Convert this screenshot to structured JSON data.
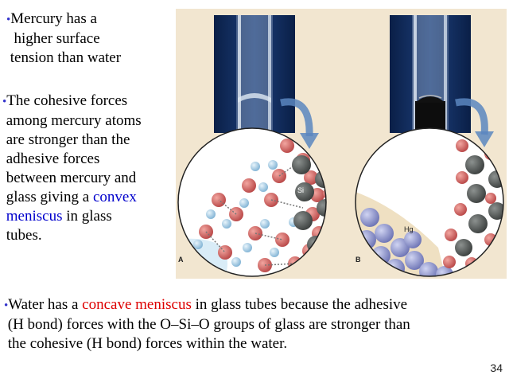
{
  "bullet_symbol": "•",
  "bullets": {
    "mercury_tension": {
      "lines": [
        "Mercury has a",
        "  higher surface",
        " tension than water"
      ]
    },
    "cohesive": {
      "lines": [
        "The cohesive forces",
        " among mercury atoms",
        " are stronger than the",
        " adhesive forces",
        " between mercury and",
        " glass giving a "
      ],
      "convex": "convex",
      "meniscus": " meniscus",
      "after_meniscus": " in glass",
      "last_line": " tubes."
    },
    "water": {
      "prefix": "Water has a ",
      "concave": "concave meniscus",
      "suffix": " in glass tubes because the adhesive",
      "line2": " (H bond) forces with the O–Si–O groups of glass are stronger than",
      "line3": " the cohesive (H bond) forces within the water."
    }
  },
  "figure": {
    "panel_a_label": "A",
    "panel_b_label": "B",
    "si_label": "Si",
    "hg_label": "Hg",
    "colors": {
      "background": "#f2e6d0",
      "tube_bg": "#0f2a5a",
      "oxygen": "#c85050",
      "hydrogen": "#a8cce4",
      "silicon": "#555a58",
      "mercury": "#8b92cf",
      "arrow": "#5a86c0"
    }
  },
  "page_number": "34"
}
